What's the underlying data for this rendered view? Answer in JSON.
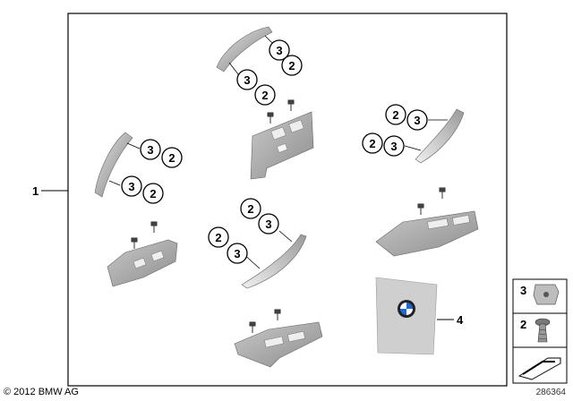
{
  "diagram": {
    "main_label": "1",
    "kit_label": "4",
    "callout_a": "3",
    "callout_b": "2",
    "legend": [
      {
        "label": "3",
        "icon": "clip-nut-icon"
      },
      {
        "label": "2",
        "icon": "screw-icon"
      },
      {
        "label": "",
        "icon": "direction-arrow-icon"
      }
    ]
  },
  "footer": {
    "copyright": "© 2012 BMW AG",
    "ref_number": "286364"
  },
  "colors": {
    "part_light": "#d4d4d4",
    "part_dark": "#8a8a8a",
    "part_mid": "#b0b0b0",
    "kit_bg": "#cfcfcf",
    "bmw_blue": "#1c69d4"
  }
}
